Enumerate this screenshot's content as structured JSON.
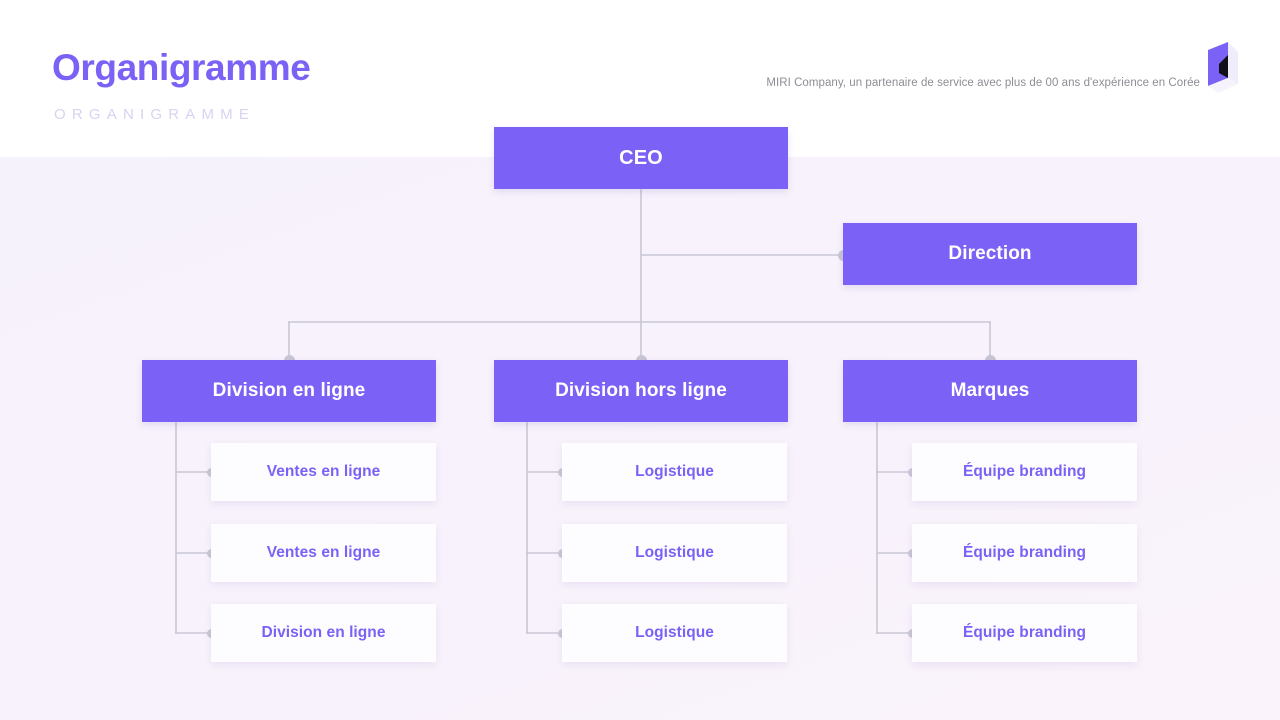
{
  "header": {
    "title": "Organigramme",
    "subtitle": "ORGANIGRAMME",
    "tagline": "MIRI Company, un partenaire de service avec plus de 00 ans d'expérience en Corée",
    "logo_icon": "cube-logo-icon"
  },
  "colors": {
    "accent": "#7b61f5",
    "background": "#f7f3fc",
    "header_band": "#ffffff",
    "card": "#fdfcfe",
    "connector": "#cac7d5",
    "subtitle": "#d9d2f2",
    "tagline": "#8d8d96"
  },
  "chart": {
    "root": {
      "label": "CEO"
    },
    "staff": {
      "label": "Direction"
    },
    "branches": [
      {
        "label": "Division en ligne",
        "children": [
          {
            "label": "Ventes en ligne"
          },
          {
            "label": "Ventes en ligne"
          },
          {
            "label": "Division en ligne"
          }
        ]
      },
      {
        "label": "Division hors ligne",
        "children": [
          {
            "label": "Logistique"
          },
          {
            "label": "Logistique"
          },
          {
            "label": "Logistique"
          }
        ]
      },
      {
        "label": "Marques",
        "children": [
          {
            "label": "Équipe branding"
          },
          {
            "label": "Équipe branding"
          },
          {
            "label": "Équipe branding"
          }
        ]
      }
    ]
  }
}
